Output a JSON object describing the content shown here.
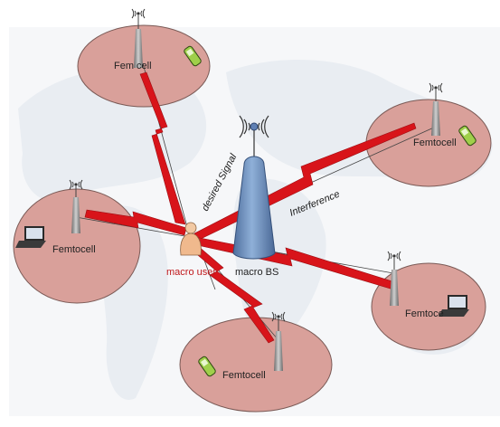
{
  "labels": {
    "femtocell_top": "Fem  cell",
    "femtocell_right": "Femtocell",
    "femtocell_left": "Femtocell",
    "femtocell_bottom_right": "Femtoce",
    "femtocell_bottom": "Femtocell",
    "desired_signal": "desired Signal",
    "interference": "Interference",
    "macro_user": "macro user",
    "macro_bs": "macro BS"
  },
  "colors": {
    "cell_fill": "#d9a09a",
    "cell_stroke": "#7a5a56",
    "interference_bolt": "#d8141a",
    "tower": "#9a9a9a",
    "macro_bs": "#6f8eb8",
    "macro_user_label": "#c0181c",
    "background_map": "#e9edf2"
  },
  "icons": [
    "antenna-icon",
    "mobile-phone-icon",
    "laptop-icon",
    "macro-user-icon",
    "macro-bs-tower-icon",
    "world-map-background"
  ]
}
